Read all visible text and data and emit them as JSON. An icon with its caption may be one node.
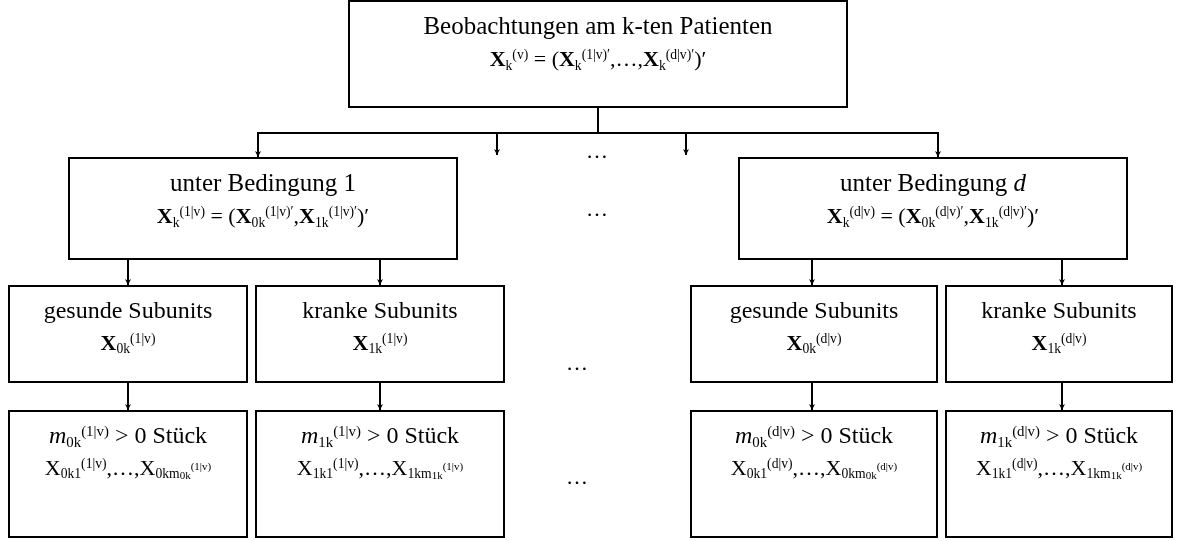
{
  "diagram": {
    "nodes": [
      {
        "text": [
          "Beobachtungen am k-ten Patienten",
          "**X**$_{k}$$^{(v)}$ = (**X**$_{k}$$^{(1|v)′}$,…,**X**$_{k}$$^{(d|v)′}$)′"
        ]
      },
      {
        "text": [
          "unter Bedingung 1",
          "**X**$_{k}$$^{(1|v)}$ = (**X**$_{0k}$$^{(1|v)′}$,**X**$_{1k}$$^{(1|v)′}$)′"
        ]
      },
      {
        "text": [
          "unter Bedingung *d*",
          "**X**$_{k}$$^{(d|v)}$ = (**X**$_{0k}$$^{(d|v)′}$,**X**$_{1k}$$^{(d|v)′}$)′"
        ]
      },
      {
        "text": [
          "gesunde Subunits",
          "**X**$_{0k}$$^{(1|v)}$"
        ]
      },
      {
        "text": [
          "kranke Subunits",
          "**X**$_{1k}$$^{(1|v)}$"
        ]
      },
      {
        "text": [
          "gesunde Subunits",
          "**X**$_{0k}$$^{(d|v)}$"
        ]
      },
      {
        "text": [
          "kranke Subunits",
          "**X**$_{1k}$$^{(d|v)}$"
        ]
      },
      {
        "text": [
          "*m*$_{0k}$$^{(1|v)}$ > 0 Stück",
          "X$_{0k1}$$^{(1|v)}$,…,X$_{0km}$$_{0k}$$^{(1|v)}$"
        ]
      },
      {
        "text": [
          "*m*$_{1k}$$^{(1|v)}$ > 0 Stück",
          "X$_{1k1}$$^{(1|v)}$,…,X$_{1km}$$_{1k}$$^{(1|v)}$"
        ]
      },
      {
        "text": [
          "*m*$_{0k}$$^{(d|v)}$ > 0 Stück",
          "X$_{0k1}$$^{(d|v)}$,…,X$_{0km}$$_{0k}$$^{(d|v)}$"
        ]
      },
      {
        "text": [
          "*m*$_{1k}$$^{(d|v)}$ > 0 Stück",
          "X$_{1k1}$$^{(d|v)}$,…,X$_{1km}$$_{1k}$$^{(d|v)}$"
        ]
      }
    ],
    "edges": [
      {
        "from": 0,
        "to": 1,
        "arrow": "to"
      },
      {
        "from": 0,
        "to": null,
        "arrow": "to"
      },
      {
        "from": 0,
        "to": null,
        "arrow": "to"
      },
      {
        "from": 0,
        "to": 2,
        "arrow": "to"
      },
      {
        "from": 1,
        "to": 3,
        "arrow": "to"
      },
      {
        "from": 1,
        "to": 4,
        "arrow": "to"
      },
      {
        "from": 2,
        "to": 5,
        "arrow": "to"
      },
      {
        "from": 2,
        "to": 6,
        "arrow": "to"
      },
      {
        "from": 3,
        "to": 7,
        "arrow": "to"
      },
      {
        "from": 4,
        "to": 8,
        "arrow": "to"
      },
      {
        "from": 5,
        "to": 9,
        "arrow": "to"
      },
      {
        "from": 6,
        "to": 10,
        "arrow": "to"
      }
    ],
    "labels": [
      "…",
      "…",
      "…",
      "…"
    ]
  }
}
